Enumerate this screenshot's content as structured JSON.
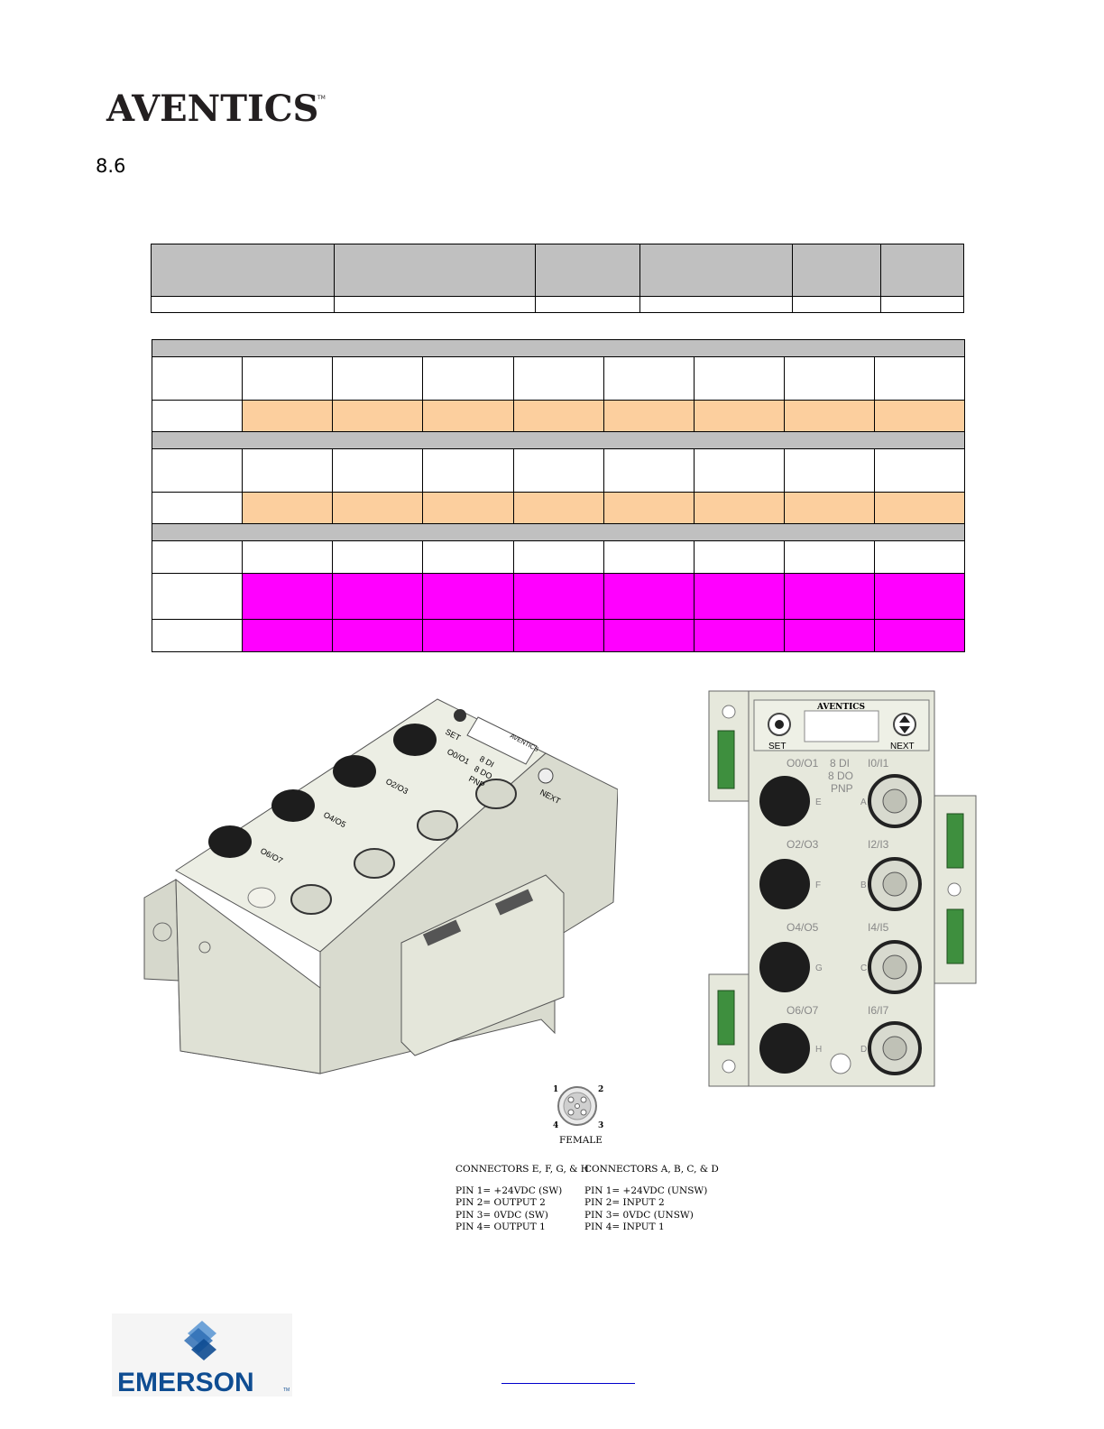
{
  "header": {
    "brand": "AVENTICS",
    "trademark": "TM",
    "section_number": "8.6"
  },
  "device": {
    "panel_labels": {
      "set": "SET",
      "next": "NEXT",
      "brand": "AVENTICS",
      "module_desc_line1": "8 DI",
      "module_desc_line2": "8 DO",
      "module_desc_line3": "PNP"
    },
    "output_ports": [
      {
        "letter": "E",
        "label": "O0/O1"
      },
      {
        "letter": "F",
        "label": "O2/O3"
      },
      {
        "letter": "G",
        "label": "O4/O5"
      },
      {
        "letter": "H",
        "label": "O6/O7"
      }
    ],
    "input_ports": [
      {
        "letter": "A",
        "label": "I0/I1"
      },
      {
        "letter": "B",
        "label": "I2/I3"
      },
      {
        "letter": "C",
        "label": "I4/I5"
      },
      {
        "letter": "D",
        "label": "I6/I7"
      }
    ]
  },
  "pin_diagram": {
    "pins": [
      "1",
      "2",
      "3",
      "4"
    ],
    "label": "FEMALE"
  },
  "connectors": {
    "outputs": {
      "title": "CONNECTORS E, F, G, & H",
      "pins": [
        "PIN 1= +24VDC (SW)",
        "PIN 2= OUTPUT 2",
        "PIN 3= 0VDC (SW)",
        "PIN 4= OUTPUT 1"
      ]
    },
    "inputs": {
      "title": "CONNECTORS A, B, C, & D",
      "pins": [
        "PIN 1= +24VDC (UNSW)",
        "PIN 2= INPUT 2",
        "PIN 3= 0VDC (UNSW)",
        "PIN 4= INPUT 1"
      ]
    }
  },
  "footer": {
    "brand": "EMERSON",
    "trademark": "TM"
  },
  "colors": {
    "table_header": "#c0c0c0",
    "peach": "#fccf9e",
    "magenta": "#ff00ff",
    "aventics_text": "#231f20",
    "emerson_blue": "#0f4d92",
    "device_body": "#e6e8dc"
  }
}
